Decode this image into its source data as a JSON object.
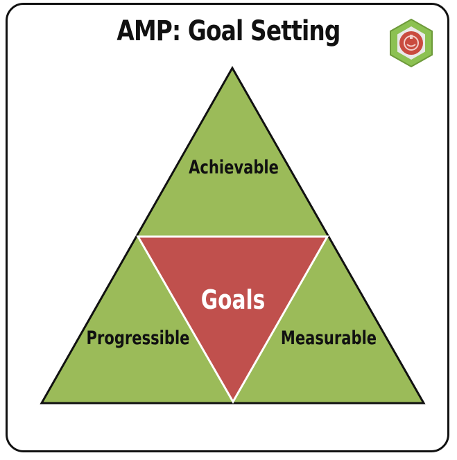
{
  "title": "AMP: Goal Setting",
  "badge": {
    "icon": "hexagon-logo-icon",
    "colors": {
      "outer": "#8cc152",
      "inner": "#c0392b",
      "ring": "#e8e8e8"
    }
  },
  "diagram": {
    "top_section": "Achievable",
    "left_section": "Progressible",
    "right_section": "Measurable",
    "center": "Goals",
    "colors": {
      "green": "#9bbb59",
      "red": "#c0504d",
      "outline": "#111111"
    }
  }
}
